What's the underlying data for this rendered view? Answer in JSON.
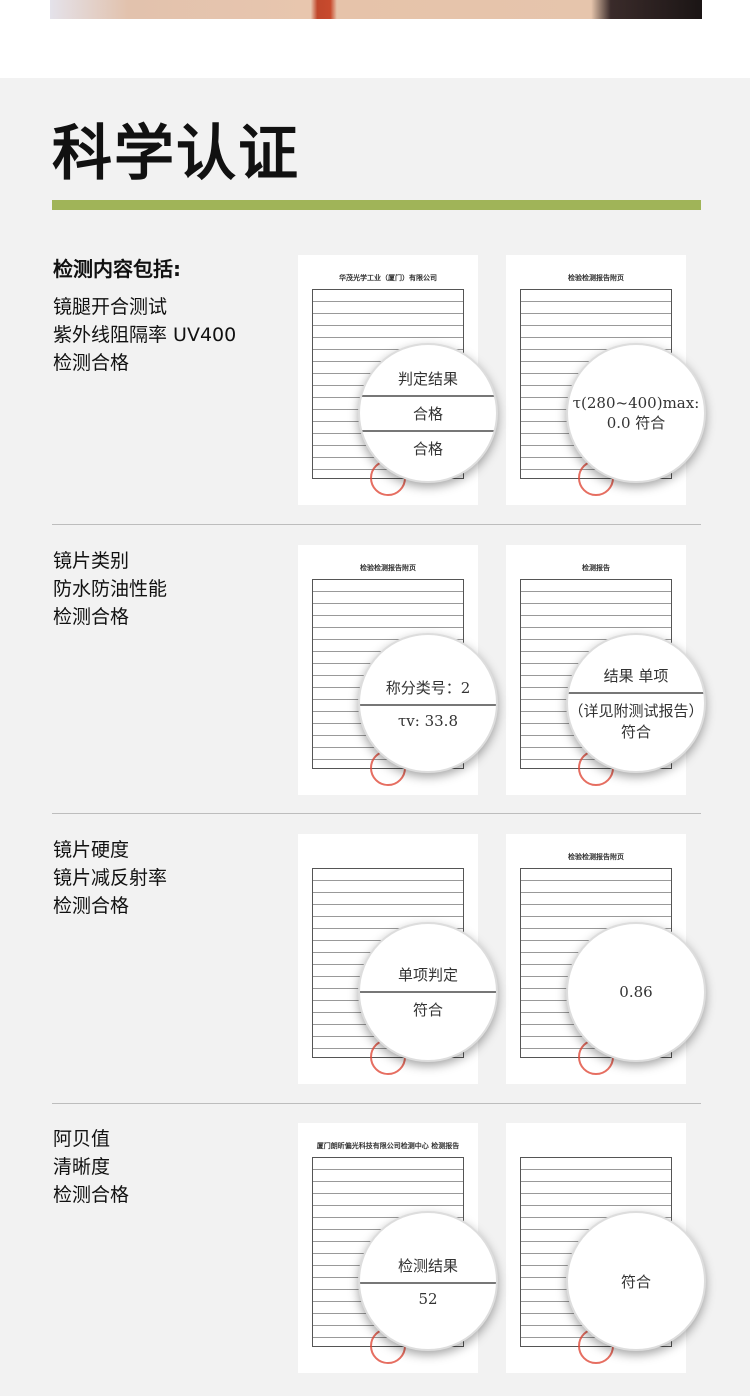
{
  "title": "科学认证",
  "accent_color": "#a0b458",
  "sections": [
    {
      "heading": "检测内容包括:",
      "lines": [
        "镜腿开合测试",
        "紫外线阻隔率 UV400",
        "检测合格"
      ],
      "docs": [
        {
          "header": "华茂光学工业（厦门）有限公司",
          "magnified": [
            "判定结果",
            "合格",
            "合格"
          ]
        },
        {
          "header": "检验检测报告附页",
          "magnified": [
            "τ(280~400)max: 0.0  符合"
          ]
        }
      ]
    },
    {
      "heading": "",
      "lines": [
        "镜片类别",
        "防水防油性能",
        "检测合格"
      ],
      "docs": [
        {
          "header": "检验检测报告附页",
          "magnified": [
            "称分类号：2",
            "τv: 33.8"
          ]
        },
        {
          "header": "检测报告",
          "magnified": [
            "结果  单项",
            "（详见附测试报告）  符合"
          ]
        }
      ]
    },
    {
      "heading": "",
      "lines": [
        "镜片硬度",
        "镜片减反射率",
        "检测合格"
      ],
      "docs": [
        {
          "header": "",
          "magnified": [
            "单项判定",
            "符合"
          ]
        },
        {
          "header": "检验检测报告附页",
          "magnified": [
            "0.86"
          ]
        }
      ]
    },
    {
      "heading": "",
      "lines": [
        "阿贝值",
        "清晰度",
        "检测合格"
      ],
      "docs": [
        {
          "header": "厦门朗昕偏光科技有限公司检测中心 检测报告",
          "magnified": [
            "检测结果",
            "52"
          ]
        },
        {
          "header": "",
          "magnified": [
            "符合"
          ]
        }
      ]
    }
  ]
}
